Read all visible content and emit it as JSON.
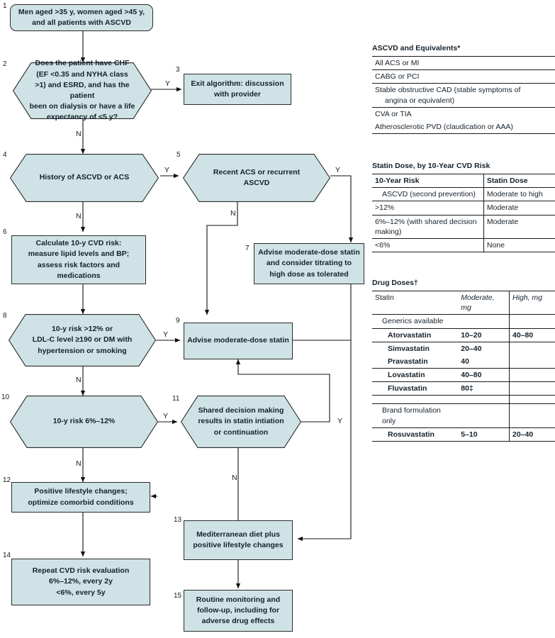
{
  "flowchart": {
    "nodes": [
      {
        "n": "1",
        "text": "Men aged >35 y, women aged >45 y, and all patients with ASCVD",
        "shape": "rounded-box"
      },
      {
        "n": "2",
        "text": "Does the patient have CHF (EF <0.35 and NYHA class >1) and ESRD, and has the patient been on dialysis or have a life expectancy of <5 y?",
        "shape": "hexagon"
      },
      {
        "n": "3",
        "text": "Exit algorithm: discussion with provider",
        "shape": "box"
      },
      {
        "n": "4",
        "text": "History of ASCVD or ACS",
        "shape": "hexagon"
      },
      {
        "n": "5",
        "text": "Recent ACS or recurrent ASCVD",
        "shape": "hexagon"
      },
      {
        "n": "6",
        "text": "Calculate 10-y CVD risk: measure lipid levels and BP; assess risk factors and medications",
        "shape": "box"
      },
      {
        "n": "7",
        "text": "Advise moderate-dose statin and consider titrating to high dose as tolerated",
        "shape": "box"
      },
      {
        "n": "8",
        "text": "10-y risk >12% or LDL-C level ≥190 or DM with hypertension or smoking",
        "shape": "hexagon"
      },
      {
        "n": "9",
        "text": "Advise moderate-dose statin",
        "shape": "box"
      },
      {
        "n": "10",
        "text": "10-y risk 6%–12%",
        "shape": "hexagon"
      },
      {
        "n": "11",
        "text": "Shared decision making results in statin intiation or continuation",
        "shape": "hexagon"
      },
      {
        "n": "12",
        "text": "Positive lifestyle changes; optimize comorbid conditions",
        "shape": "box"
      },
      {
        "n": "13",
        "text": "Mediterranean diet plus positive lifestyle changes",
        "shape": "box"
      },
      {
        "n": "14",
        "text": "Repeat CVD risk evaluation 6%–12%, every 2y <6%, every 5y",
        "shape": "box"
      },
      {
        "n": "15",
        "text": "Routine monitoring and follow-up, including for adverse drug effects",
        "shape": "box"
      }
    ],
    "node_lines": {
      "n1": [
        "Men aged >35 y, women aged >45 y,",
        "and all patients with ASCVD"
      ],
      "n2": [
        "Does the patient have CHF",
        "(EF <0.35 and NYHA class",
        ">1) and ESRD, and has the patient",
        "been on dialysis or have a life",
        "expectancy of <5 y?"
      ],
      "n3": [
        "Exit algorithm: discussion",
        "with provider"
      ],
      "n4": [
        "History of ASCVD or ACS"
      ],
      "n5": [
        "Recent ACS or recurrent",
        "ASCVD"
      ],
      "n6": [
        "Calculate 10-y CVD risk:",
        "measure lipid levels and BP;",
        "assess risk factors and",
        "medications"
      ],
      "n7": [
        "Advise moderate-dose statin",
        "and consider titrating to",
        "high dose as tolerated"
      ],
      "n8": [
        "10-y risk >12% or",
        "LDL-C level ≥190 or DM with",
        "hypertension or smoking"
      ],
      "n9": [
        "Advise moderate-dose statin"
      ],
      "n10": [
        "10-y risk 6%–12%"
      ],
      "n11": [
        "Shared decision making",
        "results in statin intiation",
        "or continuation"
      ],
      "n12": [
        "Positive lifestyle changes;",
        "optimize comorbid conditions"
      ],
      "n13": [
        "Mediterranean diet plus",
        "positive lifestyle changes"
      ],
      "n14": [
        "Repeat CVD risk evaluation",
        "6%–12%, every 2y",
        "<6%, every 5y"
      ],
      "n15": [
        "Routine monitoring and",
        "follow-up, including for",
        "adverse drug effects"
      ]
    },
    "branch_labels": {
      "n2_no": "N",
      "n2_yes": "Y",
      "n4_no": "N",
      "n4_yes": "Y",
      "n5_no": "N",
      "n5_yes": "Y",
      "n8_no": "N",
      "n8_yes": "Y",
      "n10_no": "N",
      "n10_yes": "Y",
      "n11_no": "N",
      "n11_yes": "Y"
    }
  },
  "tables": {
    "ascvd_equivalents": {
      "title": "ASCVD and Equivalents*",
      "rows": [
        [
          "All ACS or MI"
        ],
        [
          "CABG or PCI"
        ],
        [
          "Stable obstructive CAD (stable symptoms of",
          "angina or equivalent)"
        ],
        [
          "CVA or TIA"
        ],
        [
          "Atherosclerotic PVD (claudication or AAA)"
        ]
      ]
    },
    "statin_dose": {
      "title": "Statin Dose, by 10-Year CVD Risk",
      "headers": [
        "10-Year Risk",
        "Statin Dose"
      ],
      "rows": [
        {
          "risk": "ASCVD (second prevention)",
          "dose": "Moderate to high",
          "indent": 1
        },
        {
          "risk": ">12%",
          "dose": "Moderate",
          "indent": 0
        },
        {
          "risk": "6%–12% (with shared decision making)",
          "dose": "Moderate",
          "indent": 0
        },
        {
          "risk": "<6%",
          "dose": "None",
          "indent": 0
        }
      ]
    },
    "drug_doses": {
      "title": "Drug Doses†",
      "headers": [
        "Statin",
        "Moderate, mg",
        "High, mg"
      ],
      "rows": [
        {
          "statin": "Generics available",
          "moderate": "",
          "high": "",
          "indent": 1,
          "group": true
        },
        {
          "statin": "Atorvastatin",
          "moderate": "10–20",
          "high": "40–80",
          "indent": 2
        },
        {
          "statin": "Simvastatin",
          "moderate": "20–40",
          "high": "",
          "indent": 2
        },
        {
          "statin": "Pravastatin",
          "moderate": "40",
          "high": "",
          "indent": 2
        },
        {
          "statin": "Lovastatin",
          "moderate": "40–80",
          "high": "",
          "indent": 2
        },
        {
          "statin": "Fluvastatin",
          "moderate": "80‡",
          "high": "",
          "indent": 2
        },
        {
          "statin": "",
          "moderate": "",
          "high": "",
          "indent": 0,
          "spacer": true
        },
        {
          "statin": "Brand formulation only",
          "moderate": "",
          "high": "",
          "indent": 1,
          "group": true
        },
        {
          "statin": "Rosuvastatin",
          "moderate": "5–10",
          "high": "20–40",
          "indent": 2
        }
      ]
    }
  },
  "colors": {
    "node_fill": "#cfe3e6",
    "node_stroke": "#2a2a2a",
    "text": "#15212b",
    "background": "#ffffff"
  }
}
